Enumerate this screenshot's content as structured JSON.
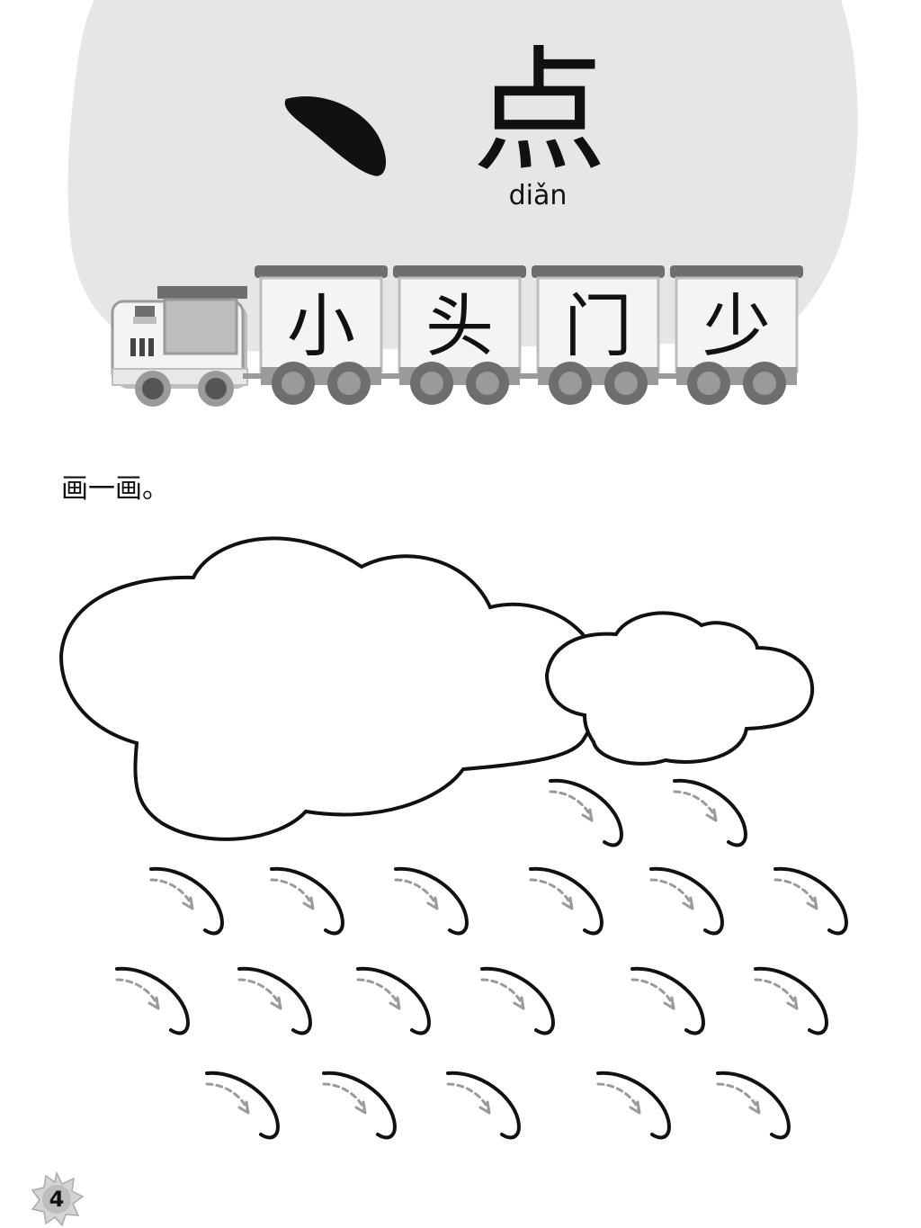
{
  "header": {
    "character": "点",
    "pinyin": "diǎn"
  },
  "train": {
    "cars": [
      {
        "char": "小"
      },
      {
        "char": "头"
      },
      {
        "char": "门"
      },
      {
        "char": "少"
      }
    ]
  },
  "instruction": "画一画。",
  "page_number": "4",
  "colors": {
    "blob": "#e6e6e6",
    "ink": "#111111",
    "trace_dash": "#9a9a9a",
    "train_gray": "#6e6e6e",
    "wheel_gray": "#8c8c8c"
  },
  "icons": {
    "dot_stroke": "dot-stroke-icon",
    "trace_stroke": "trace-dot-stroke-icon",
    "page_badge": "sun-badge-icon"
  }
}
